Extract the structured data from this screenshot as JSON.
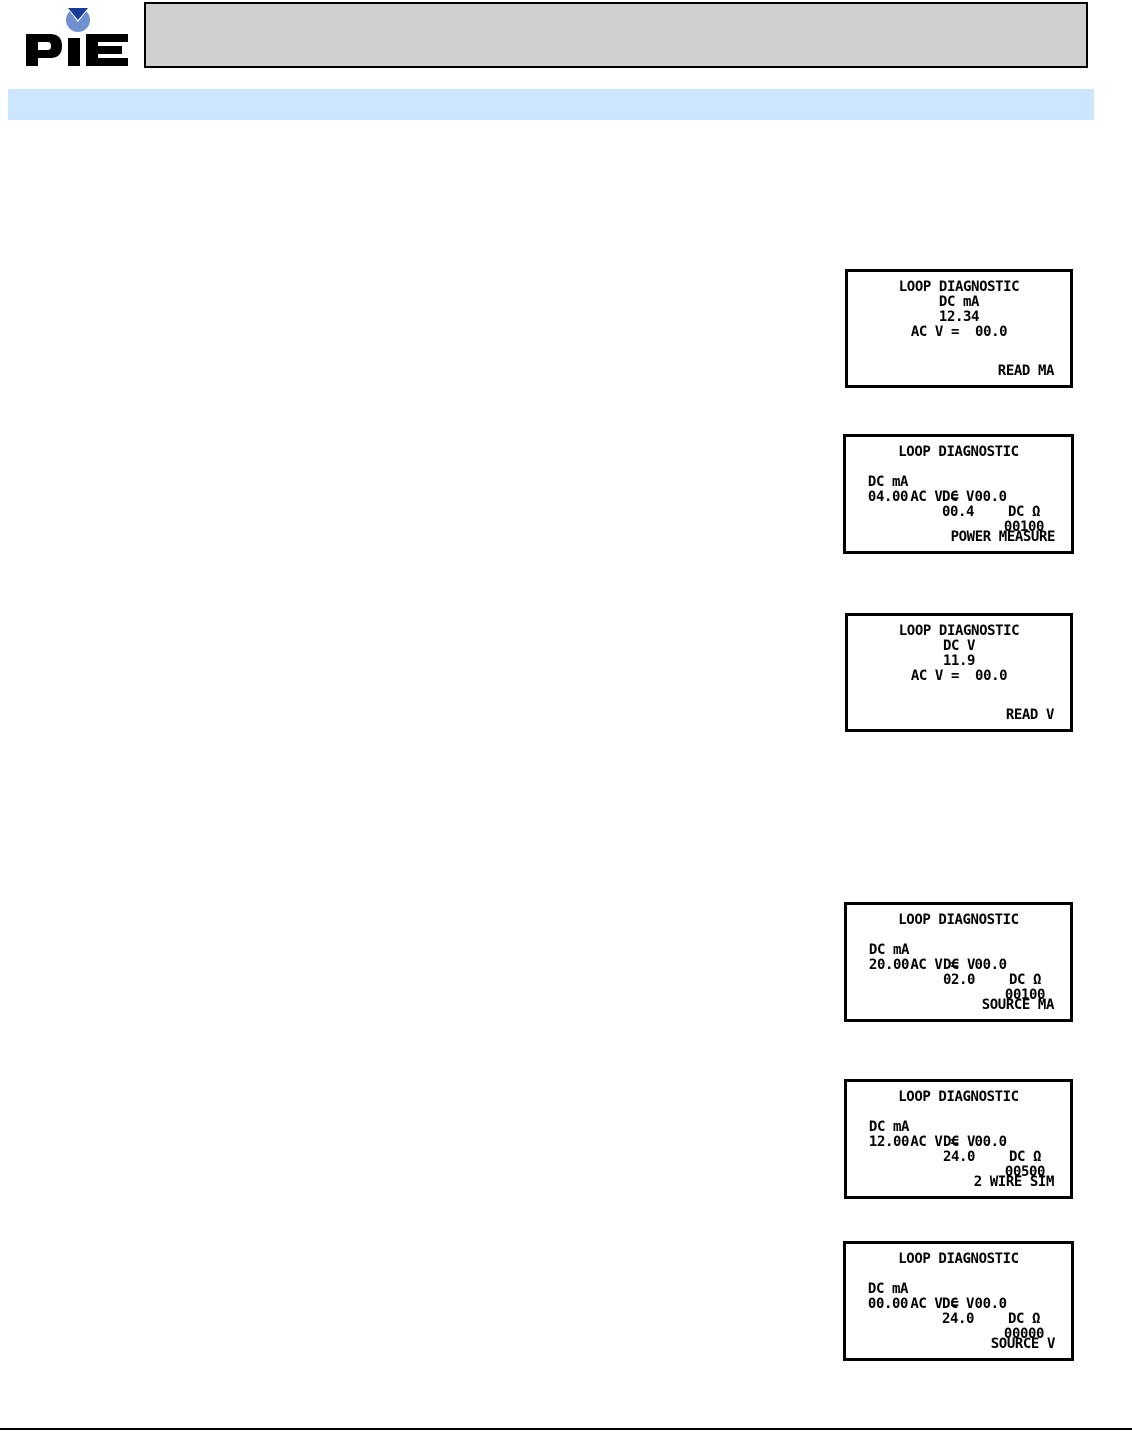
{
  "header": {
    "logo_text": "PIE",
    "logo_colors": {
      "letters": "#000000",
      "dot_top": "#1a3a9a",
      "swoosh": "#7090d0"
    },
    "bar_color": "#d0d0d0",
    "band_color": "#cce6ff"
  },
  "screens": [
    {
      "title": "LOOP DIAGNOSTIC",
      "label": "DC mA",
      "value": "12.34",
      "acv": "AC V =  00.0",
      "mode": "READ MA"
    },
    {
      "title": "LOOP DIAGNOSTIC",
      "col_headers": [
        "DC mA",
        "DC V",
        "DC Ω"
      ],
      "col_values": [
        "04.00",
        "00.4",
        "00100"
      ],
      "acv": "AC V =  00.0",
      "mode": "POWER MEASURE"
    },
    {
      "title": "LOOP DIAGNOSTIC",
      "label": "DC V",
      "value": "11.9",
      "acv": "AC V =  00.0",
      "mode": "READ V"
    },
    {
      "title": "LOOP DIAGNOSTIC",
      "col_headers": [
        "DC mA",
        "DC V",
        "DC Ω"
      ],
      "col_values": [
        "20.00",
        "02.0",
        "00100"
      ],
      "acv": "AC V =  00.0",
      "mode": "SOURCE MA"
    },
    {
      "title": "LOOP DIAGNOSTIC",
      "col_headers": [
        "DC mA",
        "DC V",
        "DC Ω"
      ],
      "col_values": [
        "12.00",
        "24.0",
        "00500"
      ],
      "acv": "AC V =  00.0",
      "mode": "2 WIRE SIM"
    },
    {
      "title": "LOOP DIAGNOSTIC",
      "col_headers": [
        "DC mA",
        "DC V",
        "DC Ω"
      ],
      "col_values": [
        "00.00",
        "24.0",
        "00000"
      ],
      "acv": "AC V =  00.0",
      "mode": "SOURCE V"
    }
  ]
}
